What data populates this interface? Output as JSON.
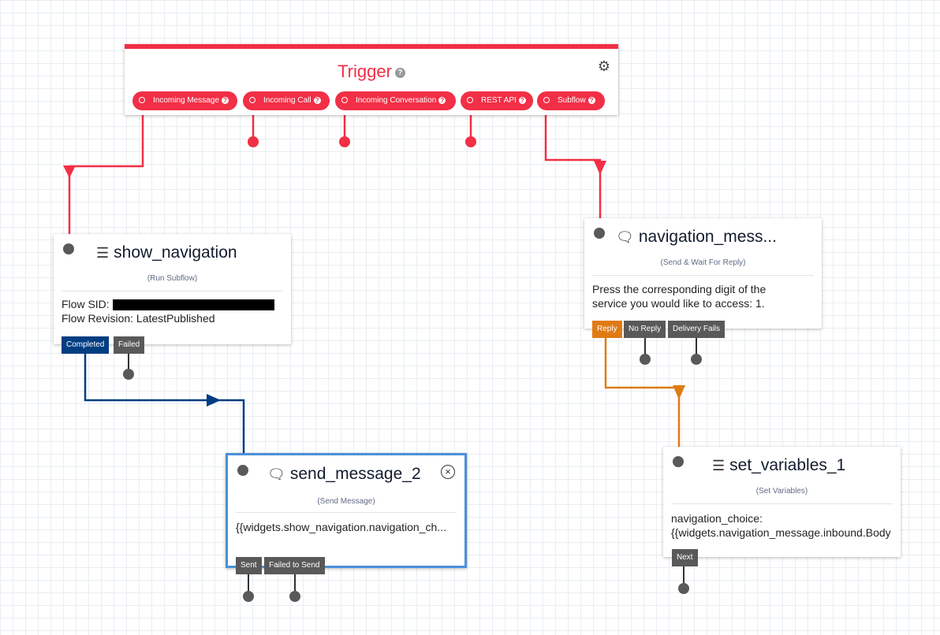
{
  "trigger": {
    "title": "Trigger",
    "help_icon": "?",
    "settings_icon": "gears-icon",
    "outputs": [
      {
        "label": "Incoming Message",
        "help": "?"
      },
      {
        "label": "Incoming Call",
        "help": "?"
      },
      {
        "label": "Incoming Conversation",
        "help": "?"
      },
      {
        "label": "REST API",
        "help": "?"
      },
      {
        "label": "Subflow",
        "help": "?"
      }
    ]
  },
  "widgets": {
    "show_navigation": {
      "title": "show_navigation",
      "type": "(Run Subflow)",
      "flow_sid_label": "Flow SID:",
      "flow_revision": "Flow Revision: LatestPublished",
      "outputs": [
        "Completed",
        "Failed"
      ]
    },
    "send_message_2": {
      "title": "send_message_2",
      "type": "(Send Message)",
      "body": "{{widgets.show_navigation.navigation_ch...",
      "outputs": [
        "Sent",
        "Failed to Send"
      ]
    },
    "navigation_message": {
      "title": "navigation_mess...",
      "type": "(Send & Wait For Reply)",
      "body_line1": "Press the corresponding digit of the",
      "body_line2": "service you would like to access: 1.",
      "outputs": [
        "Reply",
        "No Reply",
        "Delivery Fails"
      ]
    },
    "set_variables_1": {
      "title": "set_variables_1",
      "type": "(Set Variables)",
      "body_line1": "navigation_choice:",
      "body_line2": "{{widgets.navigation_message.inbound.Body",
      "outputs": [
        "Next"
      ]
    }
  },
  "colors": {
    "trigger": "#f22f46",
    "completed": "#003d82",
    "reply": "#e07b14",
    "port": "#595959",
    "selected_border": "#4a90d9"
  }
}
